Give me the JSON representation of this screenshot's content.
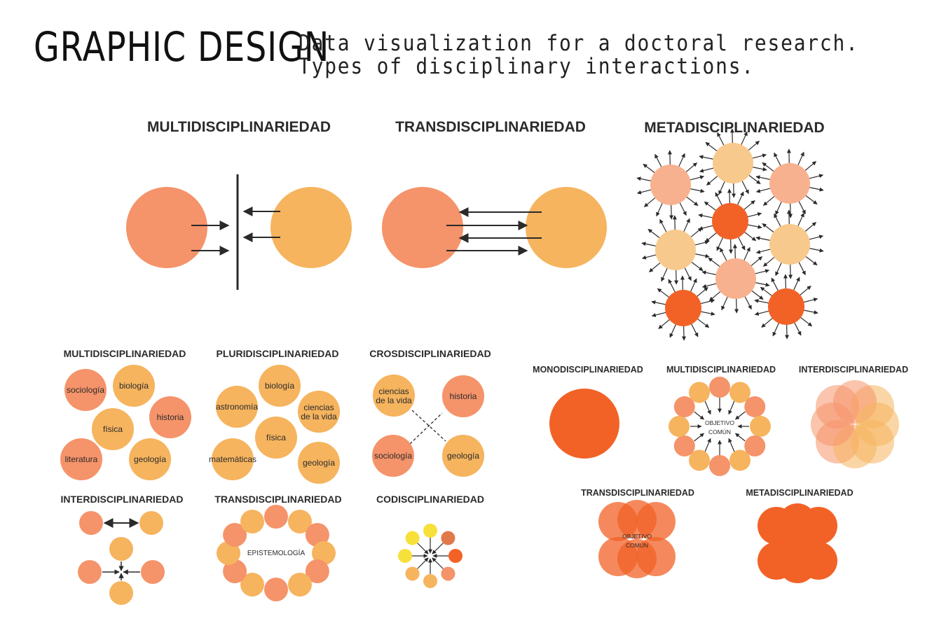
{
  "header": {
    "title": "GRAPHIC DESIGN",
    "subtitle_line1": "Data visualization for a doctoral research.",
    "subtitle_line2": "Types of disciplinary interactions."
  },
  "colors": {
    "salmon": "#f5936a",
    "amber": "#f6b45e",
    "peach": "#f8b18f",
    "light_amber": "#f8c98d",
    "deep_orange": "#f26227",
    "yellow": "#f8e03a",
    "text_dark": "#2b2b2b",
    "arrow": "#2a2a2a"
  },
  "top_row": {
    "multi": {
      "title": "MULTIDISCIPLINARIEDAD"
    },
    "trans": {
      "title": "TRANSDISCIPLINARIEDAD"
    },
    "meta": {
      "title": "METADISCIPLINARIEDAD"
    }
  },
  "bottom_left": {
    "multi": {
      "title": "MULTIDISCIPLINARIEDAD",
      "labels": [
        "sociología",
        "biología",
        "historia",
        "física",
        "literatura",
        "geología"
      ]
    },
    "pluri": {
      "title": "PLURIDISCIPLINARIEDAD",
      "labels": [
        "biología",
        "astronomía",
        "ciencias",
        "de la vida",
        "física",
        "matemáticas",
        "geología"
      ]
    },
    "cros": {
      "title": "CROSDISCIPLINARIEDAD",
      "labels": [
        "ciencias",
        "de la vida",
        "historia",
        "sociología",
        "geología"
      ]
    },
    "inter": {
      "title": "INTERDISCIPLINARIEDAD"
    },
    "trans": {
      "title": "TRANSDISCIPLINARIEDAD",
      "center_label": "EPISTEMOLOGÍA"
    },
    "codi": {
      "title": "CODISCIPLINARIEDAD"
    }
  },
  "bottom_right": {
    "mono": {
      "title": "MONODISCIPLINARIEDAD"
    },
    "multi": {
      "title": "MULTIDISCIPLINARIEDAD",
      "center_line1": "OBJETIVO",
      "center_line2": "COMÚN"
    },
    "inter": {
      "title": "INTERDISCIPLINARIEDAD"
    },
    "trans": {
      "title": "TRANSDISCIPLINARIEDAD",
      "center_line1": "OBJETIVO",
      "center_line2": "COMÚN"
    },
    "meta": {
      "title": "METADISCIPLINARIEDAD"
    }
  }
}
